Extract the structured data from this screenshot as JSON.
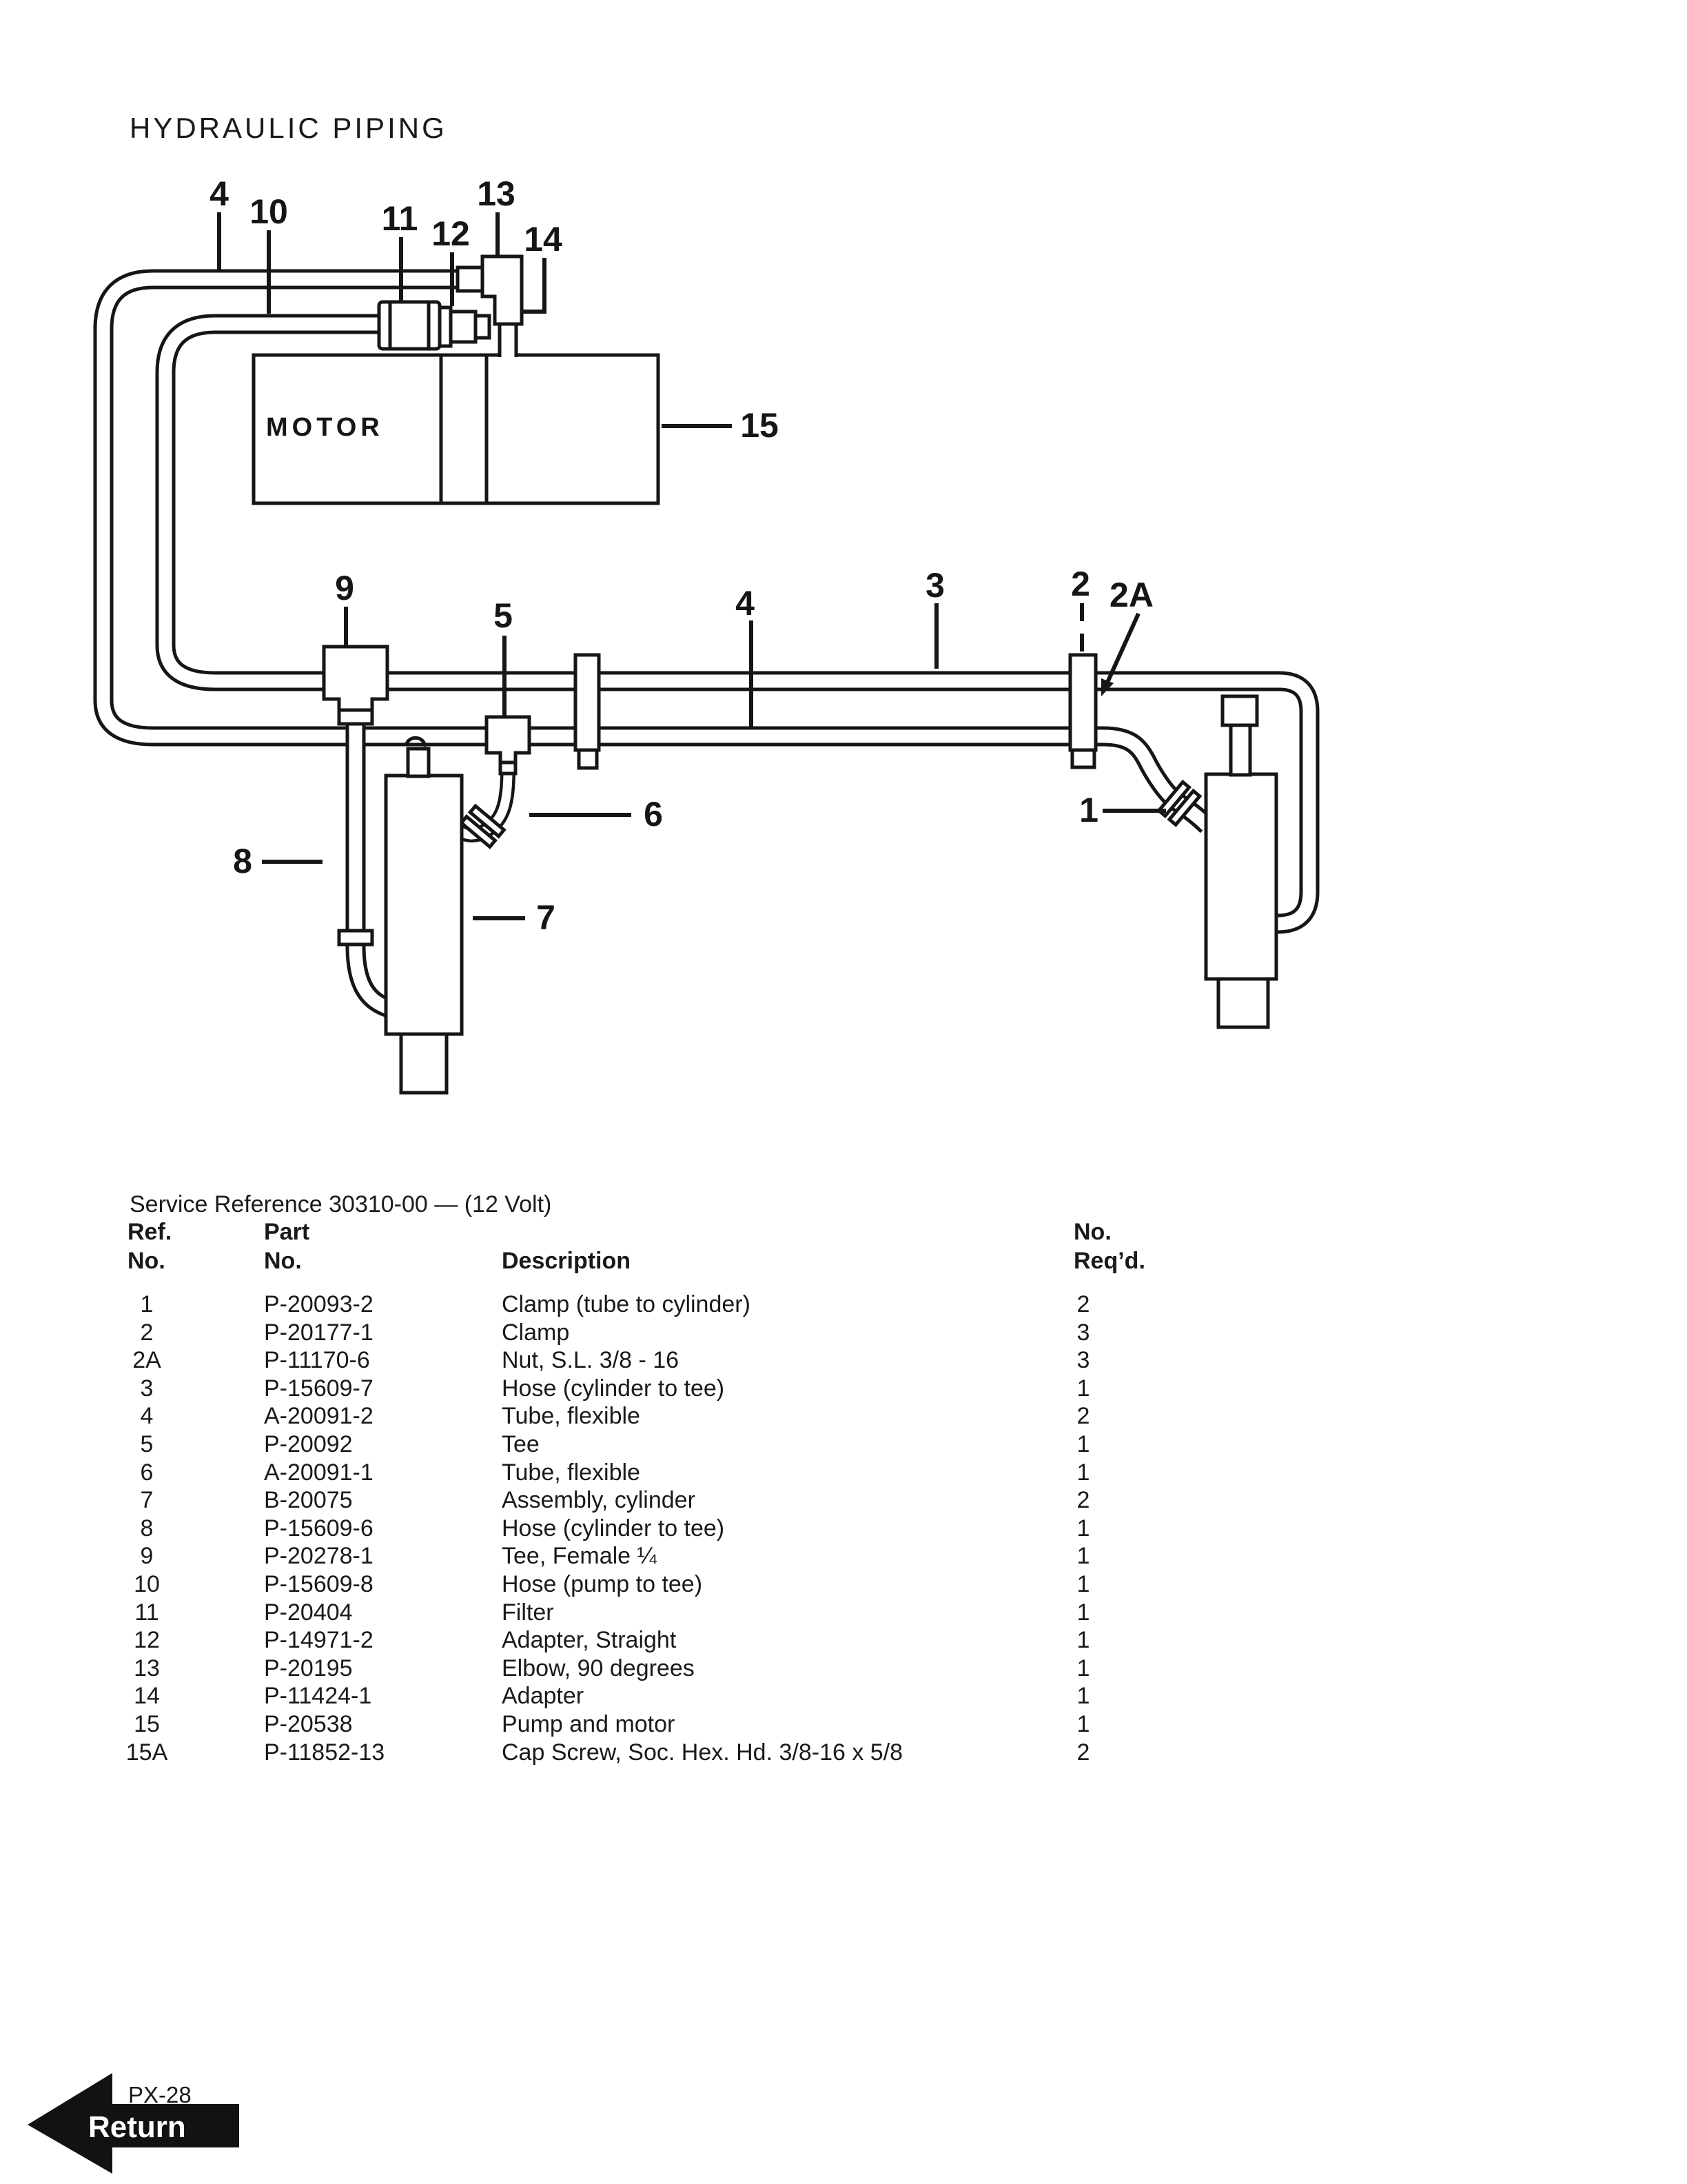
{
  "page": {
    "title": "HYDRAULIC PIPING",
    "service_reference": "Service Reference  30310-00 — (12 Volt)",
    "page_code": "PX-28",
    "return_label": "Return",
    "ink_color": "#161616",
    "paper_color": "#ffffff"
  },
  "diagram": {
    "motor_label": "MOTOR",
    "callouts": [
      {
        "id": "4-top",
        "label": "4"
      },
      {
        "id": "10",
        "label": "10"
      },
      {
        "id": "11",
        "label": "11"
      },
      {
        "id": "12",
        "label": "12"
      },
      {
        "id": "13",
        "label": "13"
      },
      {
        "id": "14",
        "label": "14"
      },
      {
        "id": "15",
        "label": "15"
      },
      {
        "id": "9",
        "label": "9"
      },
      {
        "id": "5",
        "label": "5"
      },
      {
        "id": "4-mid",
        "label": "4"
      },
      {
        "id": "3",
        "label": "3"
      },
      {
        "id": "2",
        "label": "2"
      },
      {
        "id": "2A",
        "label": "2A"
      },
      {
        "id": "6",
        "label": "6"
      },
      {
        "id": "8",
        "label": "8"
      },
      {
        "id": "7",
        "label": "7"
      },
      {
        "id": "1",
        "label": "1"
      }
    ]
  },
  "table": {
    "headers": {
      "ref_line1": "Ref.",
      "ref_line2": "No.",
      "part_line1": "Part",
      "part_line2": "No.",
      "desc": "Description",
      "req_line1": "No.",
      "req_line2": "Req’d."
    },
    "rows": [
      {
        "ref": "1",
        "part": "P-20093-2",
        "desc": "Clamp (tube to cylinder)",
        "req": "2"
      },
      {
        "ref": "2",
        "part": "P-20177-1",
        "desc": "Clamp",
        "req": "3"
      },
      {
        "ref": "2A",
        "part": "P-11170-6",
        "desc": "Nut, S.L. 3/8 - 16",
        "req": "3"
      },
      {
        "ref": "3",
        "part": "P-15609-7",
        "desc": "Hose (cylinder to tee)",
        "req": "1"
      },
      {
        "ref": "4",
        "part": "A-20091-2",
        "desc": "Tube, flexible",
        "req": "2"
      },
      {
        "ref": "5",
        "part": "P-20092",
        "desc": "Tee",
        "req": "1"
      },
      {
        "ref": "6",
        "part": "A-20091-1",
        "desc": "Tube, flexible",
        "req": "1"
      },
      {
        "ref": "7",
        "part": "B-20075",
        "desc": "Assembly, cylinder",
        "req": "2"
      },
      {
        "ref": "8",
        "part": "P-15609-6",
        "desc": "Hose (cylinder to tee)",
        "req": "1"
      },
      {
        "ref": "9",
        "part": "P-20278-1",
        "desc": "Tee, Female ¼",
        "req": "1"
      },
      {
        "ref": "10",
        "part": "P-15609-8",
        "desc": "Hose (pump to tee)",
        "req": "1"
      },
      {
        "ref": "11",
        "part": "P-20404",
        "desc": "Filter",
        "req": "1"
      },
      {
        "ref": "12",
        "part": "P-14971-2",
        "desc": "Adapter, Straight",
        "req": "1"
      },
      {
        "ref": "13",
        "part": "P-20195",
        "desc": "Elbow, 90 degrees",
        "req": "1"
      },
      {
        "ref": "14",
        "part": "P-11424-1",
        "desc": "Adapter",
        "req": "1"
      },
      {
        "ref": "15",
        "part": "P-20538",
        "desc": "Pump and motor",
        "req": "1"
      },
      {
        "ref": "15A",
        "part": "P-11852-13",
        "desc": "Cap Screw, Soc. Hex. Hd. 3/8-16 x 5/8",
        "req": "2"
      }
    ]
  }
}
